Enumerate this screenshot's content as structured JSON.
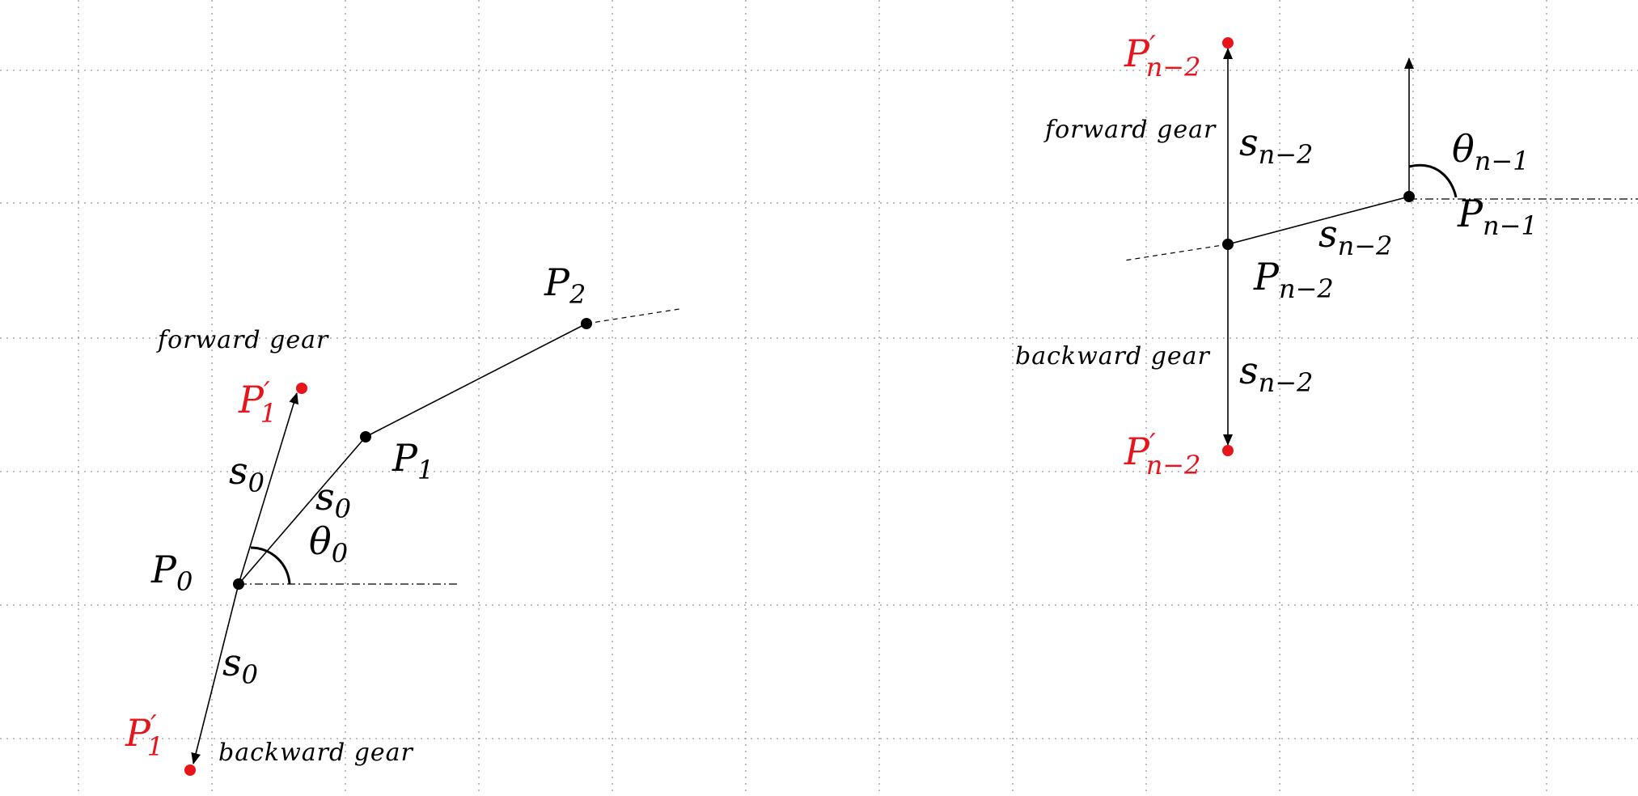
{
  "points": {
    "p0": {
      "base": "P",
      "sub": "0",
      "prime": ""
    },
    "p1": {
      "base": "P",
      "sub": "1",
      "prime": ""
    },
    "p2": {
      "base": "P",
      "sub": "2",
      "prime": ""
    },
    "p1_prime_forward": {
      "base": "P",
      "sub": "1",
      "prime": "′"
    },
    "p1_prime_backward": {
      "base": "P",
      "sub": "1",
      "prime": "′"
    },
    "pn2": {
      "base": "P",
      "sub": "n−2",
      "prime": ""
    },
    "pn1": {
      "base": "P",
      "sub": "n−1",
      "prime": ""
    },
    "pn2_prime_forward": {
      "base": "P",
      "sub": "n−2",
      "prime": "′"
    },
    "pn2_prime_backward": {
      "base": "P",
      "sub": "n−2",
      "prime": "′"
    }
  },
  "lengths": {
    "s0_forward": {
      "base": "s",
      "sub": "0"
    },
    "s0_segment": {
      "base": "s",
      "sub": "0"
    },
    "s0_backward": {
      "base": "s",
      "sub": "0"
    },
    "sn2_forward": {
      "base": "s",
      "sub": "n−2"
    },
    "sn2_segment": {
      "base": "s",
      "sub": "n−2"
    },
    "sn2_backward": {
      "base": "s",
      "sub": "n−2"
    }
  },
  "angles": {
    "theta0": {
      "base": "θ",
      "sub": "0"
    },
    "thetan1": {
      "base": "θ",
      "sub": "n−1"
    }
  },
  "gears": {
    "forward_left": "forward gear",
    "backward_left": "backward gear",
    "forward_right": "forward gear",
    "backward_right": "backward gear"
  },
  "colors": {
    "path": "#000000",
    "candidate": "#e8141c",
    "grid": "#9a9a9a"
  }
}
